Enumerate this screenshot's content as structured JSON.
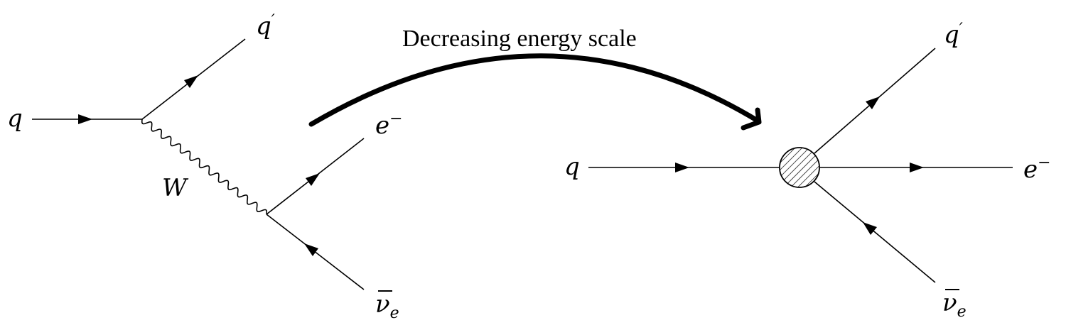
{
  "left_diagram": {
    "incoming_quark": "q",
    "outgoing_quark": "q",
    "outgoing_quark_prime": "′",
    "boson": "W",
    "electron": "e",
    "electron_charge": "−",
    "antineutrino": "ν",
    "antineutrino_sub": "e"
  },
  "transition": {
    "label": "Decreasing energy scale"
  },
  "right_diagram": {
    "incoming_quark": "q",
    "outgoing_quark": "q",
    "outgoing_quark_prime": "′",
    "electron": "e",
    "electron_charge": "−",
    "antineutrino": "ν",
    "antineutrino_sub": "e"
  }
}
